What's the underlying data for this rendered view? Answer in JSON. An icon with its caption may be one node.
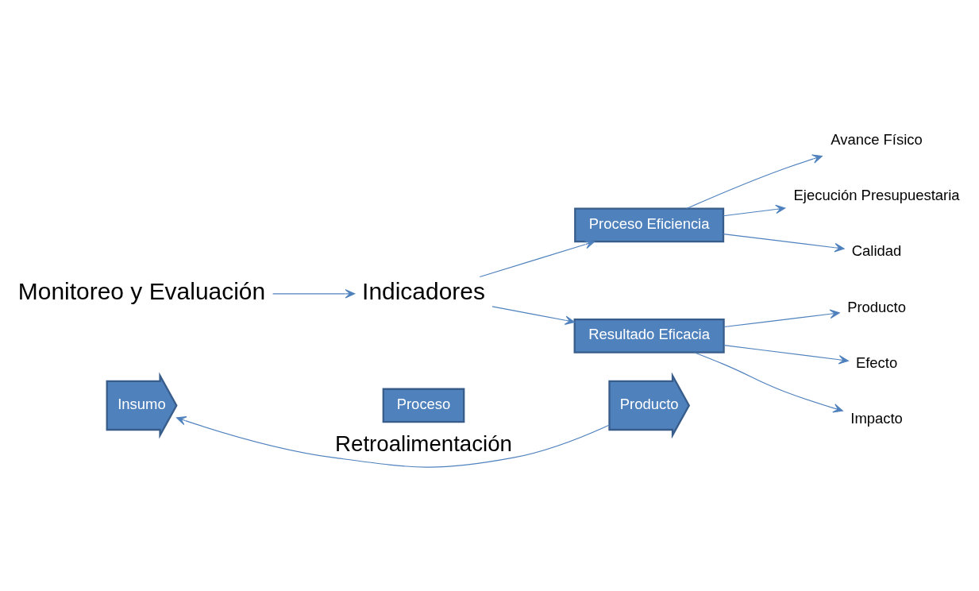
{
  "diagram": {
    "nodes": [
      {
        "text": [
          "Insumo"
        ]
      },
      {
        "text": [
          "Proceso"
        ]
      },
      {
        "text": [
          "Producto"
        ]
      },
      {
        "text": [
          "Monitoreo y Evaluación"
        ]
      },
      {
        "text": [
          "Indicadores"
        ]
      },
      {
        "text": [
          "Proceso Eficiencia"
        ]
      },
      {
        "text": [
          "Resultado Eficacia"
        ]
      },
      {
        "text": [
          "Avance Físico"
        ]
      },
      {
        "text": [
          "Ejecución Presupuestaria"
        ]
      },
      {
        "text": [
          "Calidad"
        ]
      },
      {
        "text": [
          "Producto"
        ]
      },
      {
        "text": [
          "Efecto"
        ]
      },
      {
        "text": [
          "Impacto"
        ]
      }
    ],
    "edges": [
      {
        "from": 2,
        "to": 0,
        "arrow": "to",
        "label": "Retroalimentación"
      },
      {
        "from": 3,
        "to": 4,
        "arrow": "to"
      },
      {
        "from": 4,
        "to": 5,
        "arrow": "to"
      },
      {
        "from": 4,
        "to": 6,
        "arrow": "to"
      },
      {
        "from": 5,
        "to": 7,
        "arrow": "to"
      },
      {
        "from": 5,
        "to": 8,
        "arrow": "to"
      },
      {
        "from": 5,
        "to": 9,
        "arrow": "to"
      },
      {
        "from": 6,
        "to": 10,
        "arrow": "to"
      },
      {
        "from": 6,
        "to": 11,
        "arrow": "to"
      },
      {
        "from": 6,
        "to": 12,
        "arrow": "to"
      }
    ]
  }
}
